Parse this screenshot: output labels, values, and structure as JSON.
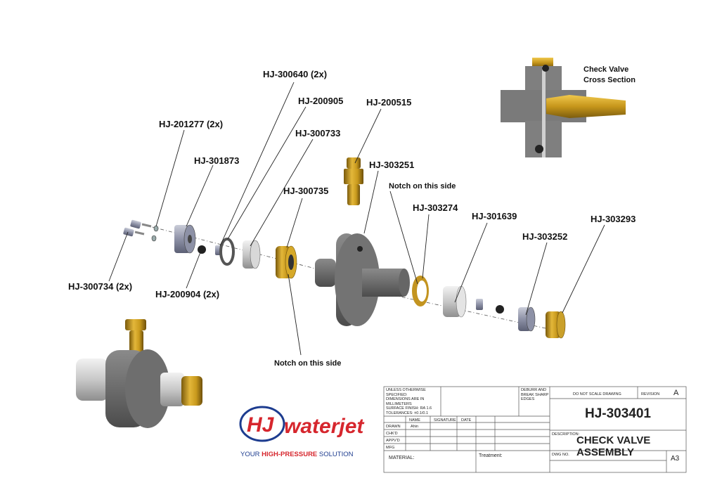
{
  "callouts": {
    "p300640": "HJ-300640 (2x)",
    "p200905": "HJ-200905",
    "p200515": "HJ-200515",
    "p201277": "HJ-201277 (2x)",
    "p300733": "HJ-300733",
    "p301873": "HJ-301873",
    "p303251": "HJ-303251",
    "p300735": "HJ-300735",
    "notch_top": "Notch on this side",
    "p303274": "HJ-303274",
    "p301639": "HJ-301639",
    "p303293": "HJ-303293",
    "p303252": "HJ-303252",
    "p300734": "HJ-300734 (2x)",
    "p200904": "HJ-200904 (2x)",
    "notch_bottom": "Notch on this side"
  },
  "cross_section": {
    "line1": "Check Valve",
    "line2": "Cross Section"
  },
  "logo": {
    "mark": "HJ",
    "wordmark": "waterjet",
    "tagline_pre": "YOUR ",
    "tagline_highlight": "HIGH-PRESSURE",
    "tagline_post": " SOLUTION",
    "colors": {
      "red": "#d6262d",
      "blue": "#1d3c8f"
    }
  },
  "title_block": {
    "notes": "UNLESS OTHERWISE SPECIFIED:\nDIMENSIONS ARE IN MILLIMETERS\nSURFACE FINISH: RA 1.6\nTOLERANCES: ±0.1/0.1",
    "deburr": "DEBURR AND\nBREAK SHARP\nEDGES",
    "do_not_scale": "DO NOT SCALE DRAWING",
    "revision_label": "REVISION",
    "revision": "A",
    "col_name": "NAME",
    "col_signature": "SIGNATURE",
    "col_date": "DATE",
    "row_drawn": "DRAWN",
    "drawn_name": "Ahin",
    "row_chkd": "CHK'D",
    "row_appvd": "APPV'D",
    "row_mfg": "MFG",
    "part_number": "HJ-303401",
    "description_label": "DESCRIPTION:",
    "description": "CHECK VALVE ASSEMBLY",
    "material_label": "MATERIAL:",
    "treatment_label": "Treatment:",
    "dwg_no_label": "DWG NO.",
    "size": "A3"
  }
}
